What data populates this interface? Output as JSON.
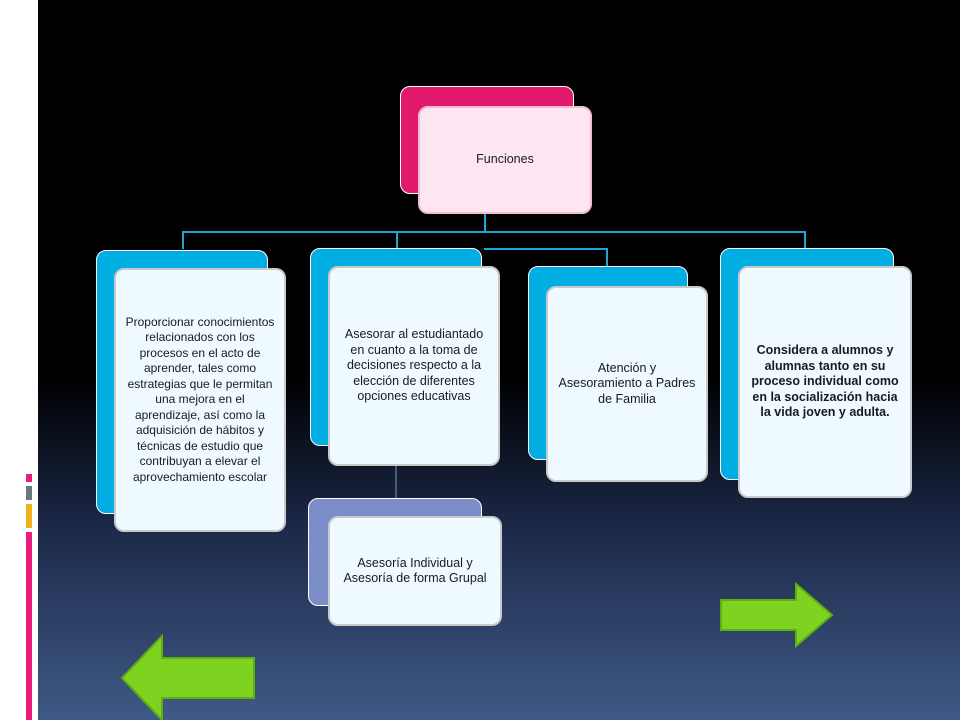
{
  "diagram": {
    "root": {
      "label": "Funciones"
    },
    "children": [
      {
        "label": "Proporcionar conocimientos relacionados con los procesos en el acto de aprender, tales como estrategias que le permitan una mejora en el aprendizaje, así como la adquisición de hábitos y técnicas de estudio que contribuyan a elevar el aprovechamiento escolar"
      },
      {
        "label": "Asesorar al estudiantado en cuanto a la toma de decisiones respecto a la elección de diferentes opciones educativas",
        "sub": {
          "label": "Asesoría Individual y Asesoría de forma Grupal"
        }
      },
      {
        "label": "Atención y Asesoramiento a Padres de Familia"
      },
      {
        "label": "Considera a alumnos y alumnas tanto en su proceso individual como en la socialización hacia la vida joven y adulta."
      }
    ]
  },
  "nav": {
    "prev": {
      "icon": "arrow-left-icon"
    },
    "next": {
      "icon": "arrow-right-icon"
    }
  },
  "colors": {
    "root_back": "#e3196e",
    "child_back": "#00aee3",
    "sub_back": "#7b8dc9",
    "connector": "#1fa6d6",
    "arrow_green": "#7ed321"
  }
}
